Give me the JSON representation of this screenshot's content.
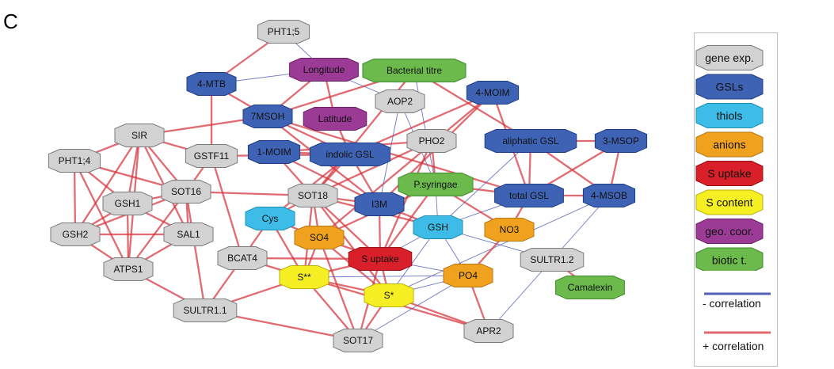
{
  "panel_label": "C",
  "colors": {
    "gene": "#d2d2d2",
    "gsl": "#3f63b4",
    "thiol": "#3cbce6",
    "anion": "#f0a21e",
    "uptake": "#d9202a",
    "content": "#f5ef24",
    "geo": "#9b3b96",
    "biotic": "#6cba4c",
    "neg": "#5560b8",
    "pos": "#e06a6f"
  },
  "nodes": [
    {
      "id": "PHT1;5",
      "label": "PHT1;5",
      "type": "gene"
    },
    {
      "id": "Longitude",
      "label": "Longitude",
      "type": "geo"
    },
    {
      "id": "Bacterial titre",
      "label": "Bacterial titre",
      "type": "biotic"
    },
    {
      "id": "4-MTB",
      "label": "4-MTB",
      "type": "gsl"
    },
    {
      "id": "4-MOIM",
      "label": "4-MOIM",
      "type": "gsl"
    },
    {
      "id": "AOP2",
      "label": "AOP2",
      "type": "gene"
    },
    {
      "id": "7MSOH",
      "label": "7MSOH",
      "type": "gsl"
    },
    {
      "id": "Latitude",
      "label": "Latitude",
      "type": "geo"
    },
    {
      "id": "SIR",
      "label": "SIR",
      "type": "gene"
    },
    {
      "id": "PHO2",
      "label": "PHO2",
      "type": "gene"
    },
    {
      "id": "aliphatic GSL",
      "label": "aliphatic GSL",
      "type": "gsl"
    },
    {
      "id": "3-MSOP",
      "label": "3-MSOP",
      "type": "gsl"
    },
    {
      "id": "1-MOIM",
      "label": "1-MOIM",
      "type": "gsl"
    },
    {
      "id": "indolic GSL",
      "label": "indolic GSL",
      "type": "gsl"
    },
    {
      "id": "GSTF11",
      "label": "GSTF11",
      "type": "gene"
    },
    {
      "id": "PHT1;4",
      "label": "PHT1;4",
      "type": "gene"
    },
    {
      "id": "SOT16",
      "label": "SOT16",
      "type": "gene"
    },
    {
      "id": "P.syringae",
      "label": "P.syringae",
      "type": "biotic"
    },
    {
      "id": "SOT18",
      "label": "SOT18",
      "type": "gene"
    },
    {
      "id": "total GSL",
      "label": "total GSL",
      "type": "gsl"
    },
    {
      "id": "4-MSOB",
      "label": "4-MSOB",
      "type": "gsl"
    },
    {
      "id": "GSH1",
      "label": "GSH1",
      "type": "gene"
    },
    {
      "id": "I3M",
      "label": "I3M",
      "type": "gsl"
    },
    {
      "id": "Cys",
      "label": "Cys",
      "type": "thiol"
    },
    {
      "id": "GSH",
      "label": "GSH",
      "type": "thiol"
    },
    {
      "id": "NO3",
      "label": "NO3",
      "type": "anion"
    },
    {
      "id": "GSH2",
      "label": "GSH2",
      "type": "gene"
    },
    {
      "id": "SAL1",
      "label": "SAL1",
      "type": "gene"
    },
    {
      "id": "SO4",
      "label": "SO4",
      "type": "anion"
    },
    {
      "id": "BCAT4",
      "label": "BCAT4",
      "type": "gene"
    },
    {
      "id": "S uptake",
      "label": "S uptake",
      "type": "uptake"
    },
    {
      "id": "SULTR1.2",
      "label": "SULTR1.2",
      "type": "gene"
    },
    {
      "id": "ATPS1",
      "label": "ATPS1",
      "type": "gene"
    },
    {
      "id": "S**",
      "label": "S**",
      "type": "content"
    },
    {
      "id": "PO4",
      "label": "PO4",
      "type": "anion"
    },
    {
      "id": "Camalexin",
      "label": "Camalexin",
      "type": "biotic"
    },
    {
      "id": "S*",
      "label": "S*",
      "type": "content"
    },
    {
      "id": "SULTR1.1",
      "label": "SULTR1.1",
      "type": "gene"
    },
    {
      "id": "APR2",
      "label": "APR2",
      "type": "gene"
    },
    {
      "id": "SOT17",
      "label": "SOT17",
      "type": "gene"
    }
  ],
  "edges": [
    [
      "PHT1;5",
      "4-MTB",
      "pos"
    ],
    [
      "PHT1;5",
      "Longitude",
      "neg"
    ],
    [
      "4-MTB",
      "7MSOH",
      "pos"
    ],
    [
      "4-MTB",
      "GSTF11",
      "pos"
    ],
    [
      "4-MTB",
      "Longitude",
      "neg"
    ],
    [
      "Longitude",
      "Latitude",
      "pos"
    ],
    [
      "Longitude",
      "AOP2",
      "neg"
    ],
    [
      "Longitude",
      "7MSOH",
      "pos"
    ],
    [
      "Bacterial titre",
      "7MSOH",
      "pos"
    ],
    [
      "Bacterial titre",
      "aliphatic GSL",
      "pos"
    ],
    [
      "Bacterial titre",
      "P.syringae",
      "neg"
    ],
    [
      "Bacterial titre",
      "SOT18",
      "pos"
    ],
    [
      "7MSOH",
      "SIR",
      "pos"
    ],
    [
      "7MSOH",
      "indolic GSL",
      "pos"
    ],
    [
      "7MSOH",
      "total GSL",
      "pos"
    ],
    [
      "7MSOH",
      "I3M",
      "pos"
    ],
    [
      "4-MOIM",
      "indolic GSL",
      "pos"
    ],
    [
      "4-MOIM",
      "total GSL",
      "pos"
    ],
    [
      "4-MOIM",
      "SO4",
      "pos"
    ],
    [
      "4-MOIM",
      "I3M",
      "pos"
    ],
    [
      "AOP2",
      "P.syringae",
      "neg"
    ],
    [
      "AOP2",
      "I3M",
      "neg"
    ],
    [
      "Latitude",
      "indolic GSL",
      "pos"
    ],
    [
      "SIR",
      "PHT1;4",
      "pos"
    ],
    [
      "SIR",
      "GSH1",
      "pos"
    ],
    [
      "SIR",
      "GSH2",
      "pos"
    ],
    [
      "SIR",
      "SAL1",
      "pos"
    ],
    [
      "SIR",
      "ATPS1",
      "pos"
    ],
    [
      "SIR",
      "SOT16",
      "pos"
    ],
    [
      "SIR",
      "GSTF11",
      "pos"
    ],
    [
      "PHO2",
      "S uptake",
      "pos"
    ],
    [
      "PHO2",
      "SOT18",
      "pos"
    ],
    [
      "PHO2",
      "P.syringae",
      "pos"
    ],
    [
      "PHO2",
      "1-MOIM",
      "pos"
    ],
    [
      "aliphatic GSL",
      "3-MSOP",
      "pos"
    ],
    [
      "aliphatic GSL",
      "total GSL",
      "pos"
    ],
    [
      "aliphatic GSL",
      "4-MSOB",
      "pos"
    ],
    [
      "aliphatic GSL",
      "GSH",
      "neg"
    ],
    [
      "3-MSOP",
      "total GSL",
      "pos"
    ],
    [
      "3-MSOP",
      "4-MSOB",
      "pos"
    ],
    [
      "total GSL",
      "4-MSOB",
      "pos"
    ],
    [
      "total GSL",
      "P.syringae",
      "pos"
    ],
    [
      "total GSL",
      "GSH",
      "neg"
    ],
    [
      "total GSL",
      "NO3",
      "pos"
    ],
    [
      "4-MSOB",
      "SULTR1.2",
      "neg"
    ],
    [
      "4-MSOB",
      "S*",
      "neg"
    ],
    [
      "1-MOIM",
      "indolic GSL",
      "pos"
    ],
    [
      "1-MOIM",
      "I3M",
      "pos"
    ],
    [
      "1-MOIM",
      "SOT18",
      "pos"
    ],
    [
      "indolic GSL",
      "I3M",
      "pos"
    ],
    [
      "indolic GSL",
      "SOT18",
      "pos"
    ],
    [
      "indolic GSL",
      "Cys",
      "pos"
    ],
    [
      "indolic GSL",
      "GSTF11",
      "pos"
    ],
    [
      "GSTF11",
      "BCAT4",
      "pos"
    ],
    [
      "GSTF11",
      "SOT16",
      "pos"
    ],
    [
      "PHT1;4",
      "GSH1",
      "pos"
    ],
    [
      "PHT1;4",
      "GSH2",
      "pos"
    ],
    [
      "PHT1;4",
      "SOT16",
      "pos"
    ],
    [
      "PHT1;4",
      "ATPS1",
      "pos"
    ],
    [
      "SOT16",
      "GSH1",
      "pos"
    ],
    [
      "SOT16",
      "GSH2",
      "pos"
    ],
    [
      "SOT16",
      "SAL1",
      "pos"
    ],
    [
      "SOT16",
      "ATPS1",
      "pos"
    ],
    [
      "SOT16",
      "SOT18",
      "pos"
    ],
    [
      "SOT16",
      "SULTR1.1",
      "pos"
    ],
    [
      "GSH1",
      "GSH2",
      "pos"
    ],
    [
      "GSH1",
      "SAL1",
      "pos"
    ],
    [
      "GSH1",
      "ATPS1",
      "pos"
    ],
    [
      "GSH2",
      "SAL1",
      "pos"
    ],
    [
      "GSH2",
      "ATPS1",
      "pos"
    ],
    [
      "SAL1",
      "ATPS1",
      "pos"
    ],
    [
      "ATPS1",
      "SULTR1.1",
      "pos"
    ],
    [
      "P.syringae",
      "SO4",
      "pos"
    ],
    [
      "P.syringae",
      "S uptake",
      "pos"
    ],
    [
      "P.syringae",
      "GSH",
      "neg"
    ],
    [
      "P.syringae",
      "NO3",
      "pos"
    ],
    [
      "SOT18",
      "I3M",
      "pos"
    ],
    [
      "SOT18",
      "SO4",
      "pos"
    ],
    [
      "SOT18",
      "S uptake",
      "pos"
    ],
    [
      "SOT18",
      "S**",
      "pos"
    ],
    [
      "SOT18",
      "S*",
      "pos"
    ],
    [
      "SOT18",
      "GSH",
      "pos"
    ],
    [
      "SOT18",
      "Cys",
      "pos"
    ],
    [
      "I3M",
      "S uptake",
      "pos"
    ],
    [
      "I3M",
      "GSH",
      "pos"
    ],
    [
      "Cys",
      "BCAT4",
      "pos"
    ],
    [
      "Cys",
      "SO4",
      "pos"
    ],
    [
      "Cys",
      "S**",
      "pos"
    ],
    [
      "GSH",
      "S uptake",
      "neg"
    ],
    [
      "GSH",
      "PO4",
      "neg"
    ],
    [
      "GSH",
      "S*",
      "neg"
    ],
    [
      "GSH",
      "SULTR1.2",
      "neg"
    ],
    [
      "NO3",
      "PO4",
      "pos"
    ],
    [
      "SO4",
      "S uptake",
      "pos"
    ],
    [
      "SO4",
      "S**",
      "pos"
    ],
    [
      "SO4",
      "S*",
      "pos"
    ],
    [
      "SO4",
      "SOT17",
      "pos"
    ],
    [
      "BCAT4",
      "S**",
      "pos"
    ],
    [
      "BCAT4",
      "SULTR1.1",
      "pos"
    ],
    [
      "BCAT4",
      "S uptake",
      "pos"
    ],
    [
      "S uptake",
      "S*",
      "pos"
    ],
    [
      "S uptake",
      "S**",
      "pos"
    ],
    [
      "S uptake",
      "SOT17",
      "pos"
    ],
    [
      "S uptake",
      "PO4",
      "neg"
    ],
    [
      "SULTR1.2",
      "Camalexin",
      "pos"
    ],
    [
      "SULTR1.2",
      "APR2",
      "neg"
    ],
    [
      "S**",
      "S*",
      "pos"
    ],
    [
      "S**",
      "SOT17",
      "pos"
    ],
    [
      "S**",
      "APR2",
      "pos"
    ],
    [
      "S**",
      "PO4",
      "neg"
    ],
    [
      "S**",
      "SULTR1.1",
      "pos"
    ],
    [
      "PO4",
      "APR2",
      "pos"
    ],
    [
      "PO4",
      "S*",
      "neg"
    ],
    [
      "S*",
      "SOT17",
      "pos"
    ],
    [
      "S*",
      "APR2",
      "pos"
    ],
    [
      "SULTR1.1",
      "SOT17",
      "pos"
    ],
    [
      "SOT17",
      "PO4",
      "neg"
    ]
  ],
  "legend": {
    "items": [
      {
        "label": "gene exp.",
        "type": "gene"
      },
      {
        "label": "GSLs",
        "type": "gsl"
      },
      {
        "label": "thiols",
        "type": "thiol"
      },
      {
        "label": "anions",
        "type": "anion"
      },
      {
        "label": "S uptake",
        "type": "uptake"
      },
      {
        "label": "S content",
        "type": "content"
      },
      {
        "label": "geo. coor.",
        "type": "geo"
      },
      {
        "label": "biotic t.",
        "type": "biotic"
      }
    ],
    "neg_label": "- correlation",
    "pos_label": "+ correlation"
  }
}
